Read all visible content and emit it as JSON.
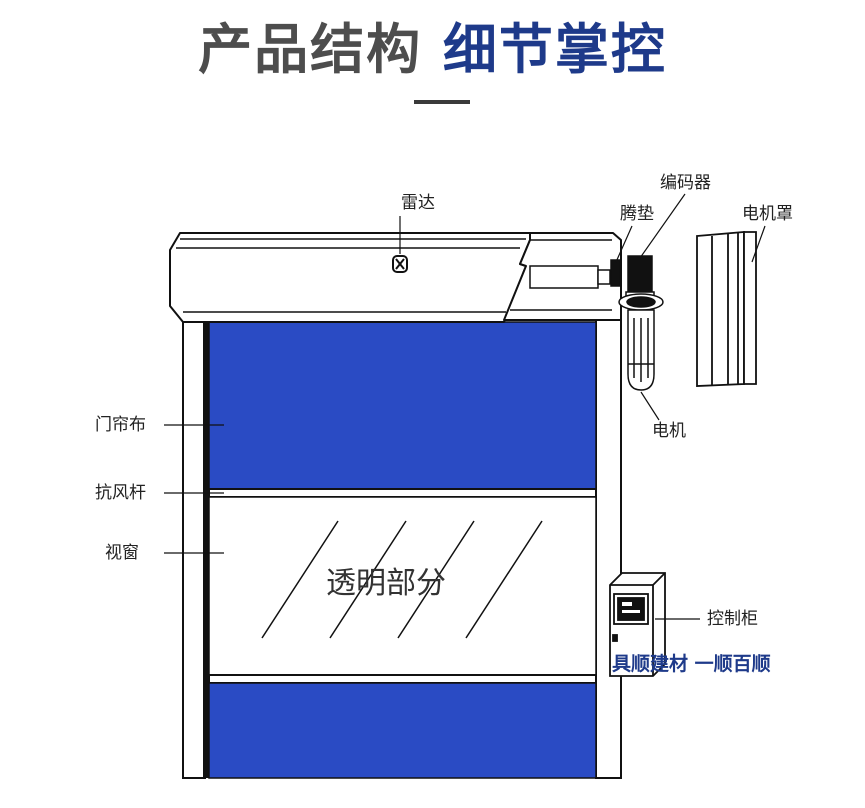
{
  "header": {
    "title_part1": "产品结构",
    "title_part2": "细节掌控"
  },
  "labels": {
    "radar": "雷达",
    "encoder": "编码器",
    "pad": "腾垫",
    "motor_cover": "电机罩",
    "motor": "电机",
    "curtain": "门帘布",
    "wind_bar": "抗风杆",
    "window": "视窗",
    "control_box": "控制柜"
  },
  "window_text": "透明部分",
  "brand_text": "具顺建材 一顺百顺",
  "colors": {
    "title_grey": "#4d4d4d",
    "title_blue": "#1e3a8a",
    "curtain_blue": "#2a4bc4",
    "brand_blue": "#1e3a8a"
  }
}
